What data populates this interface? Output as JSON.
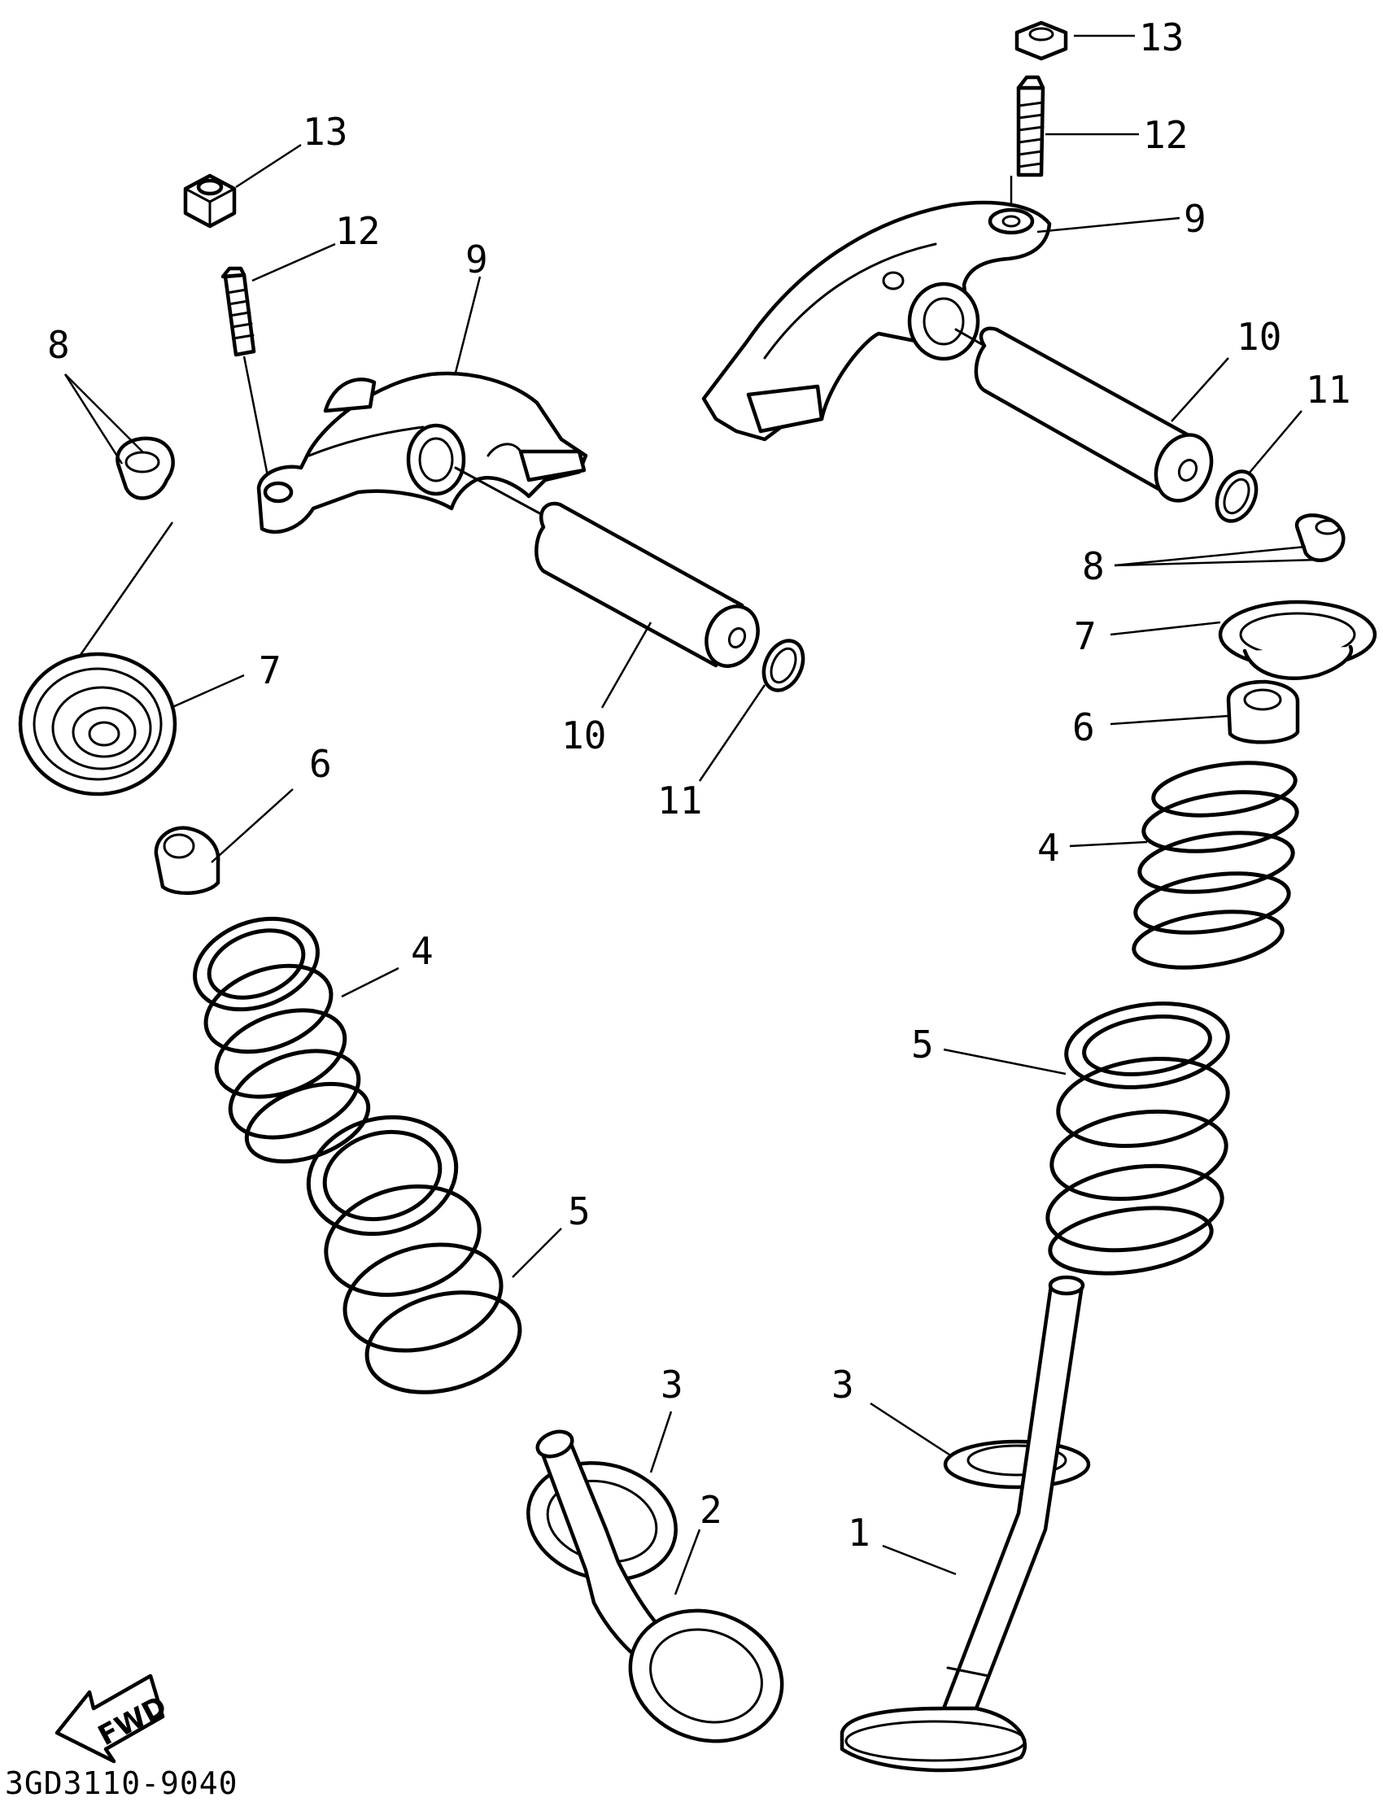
{
  "diagram_code": "3GD3110-9040",
  "fwd_label": "FWD",
  "callouts": {
    "p1": "1",
    "p2": "2",
    "p3a": "3",
    "p3b": "3",
    "p4a": "4",
    "p4b": "4",
    "p5a": "5",
    "p5b": "5",
    "p6a": "6",
    "p6b": "6",
    "p7a": "7",
    "p7b": "7",
    "p8a": "8",
    "p8b": "8",
    "p9a": "9",
    "p9b": "9",
    "p10a": "10",
    "p10b": "10",
    "p11a": "11",
    "p11b": "11",
    "p12a": "12",
    "p12b": "12",
    "p13a": "13",
    "p13b": "13"
  },
  "colors": {
    "line": "#000000",
    "background": "#ffffff"
  }
}
